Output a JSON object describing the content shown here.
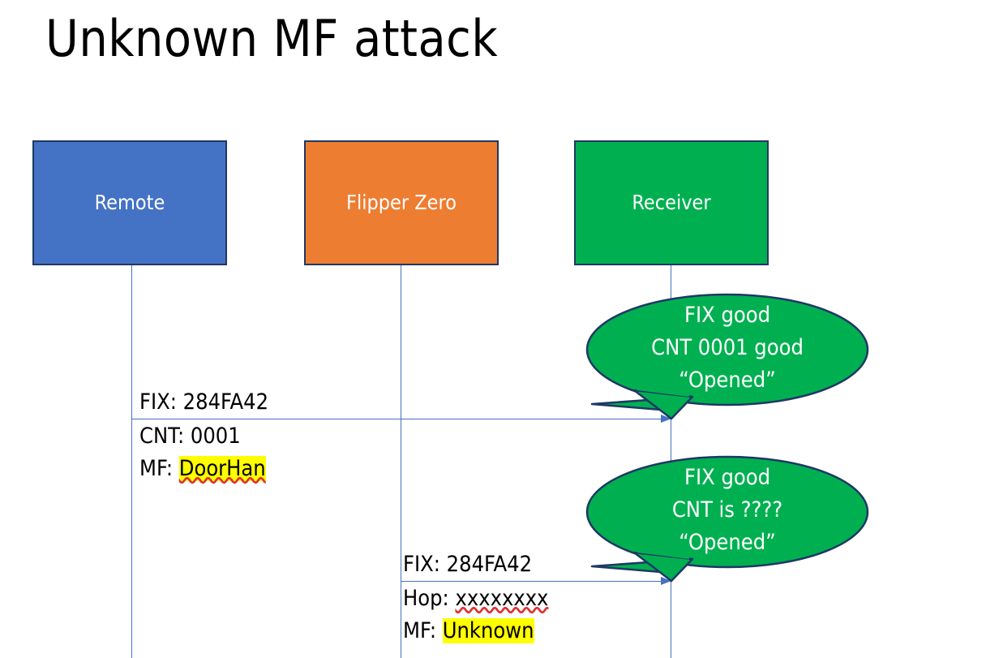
{
  "slide": {
    "title": "Unknown MF attack"
  },
  "colors": {
    "remote_fill": "#4472C4",
    "flipper_fill": "#ED7D31",
    "receiver_fill": "#00B050",
    "box_border": "#1F3864",
    "lifeline": "#4472C4",
    "highlight": "#FFFF00",
    "callout_fill": "#00B050",
    "callout_border": "#1F3864",
    "callout_text": "#FFFFFF",
    "background": "#FFFFFF"
  },
  "actors": [
    {
      "id": "remote",
      "label": "Remote"
    },
    {
      "id": "flipper",
      "label": "Flipper Zero"
    },
    {
      "id": "receiver",
      "label": "Receiver"
    }
  ],
  "messages": [
    {
      "id": "msg1",
      "from": "remote",
      "to": "receiver",
      "above": "FIX: 284FA42",
      "below": [
        {
          "text": "CNT: 0001",
          "highlight": false
        },
        {
          "label": "MF: ",
          "value": "DoorHan",
          "highlight": true,
          "misspelled": true
        }
      ]
    },
    {
      "id": "msg2",
      "from": "flipper",
      "to": "receiver",
      "above": "FIX: 284FA42",
      "below": [
        {
          "label": "Hop: ",
          "value": "xxxxxxxx",
          "highlight": false,
          "misspelled": true
        },
        {
          "label": "MF: ",
          "value": "Unknown",
          "highlight": true,
          "misspelled": false
        }
      ]
    }
  ],
  "callouts": [
    {
      "id": "callout1",
      "owner": "receiver",
      "lines": [
        "FIX good",
        "CNT 0001 good",
        "“Opened”"
      ]
    },
    {
      "id": "callout2",
      "owner": "receiver",
      "lines": [
        "FIX good",
        "CNT is ????",
        "“Opened”"
      ]
    }
  ]
}
